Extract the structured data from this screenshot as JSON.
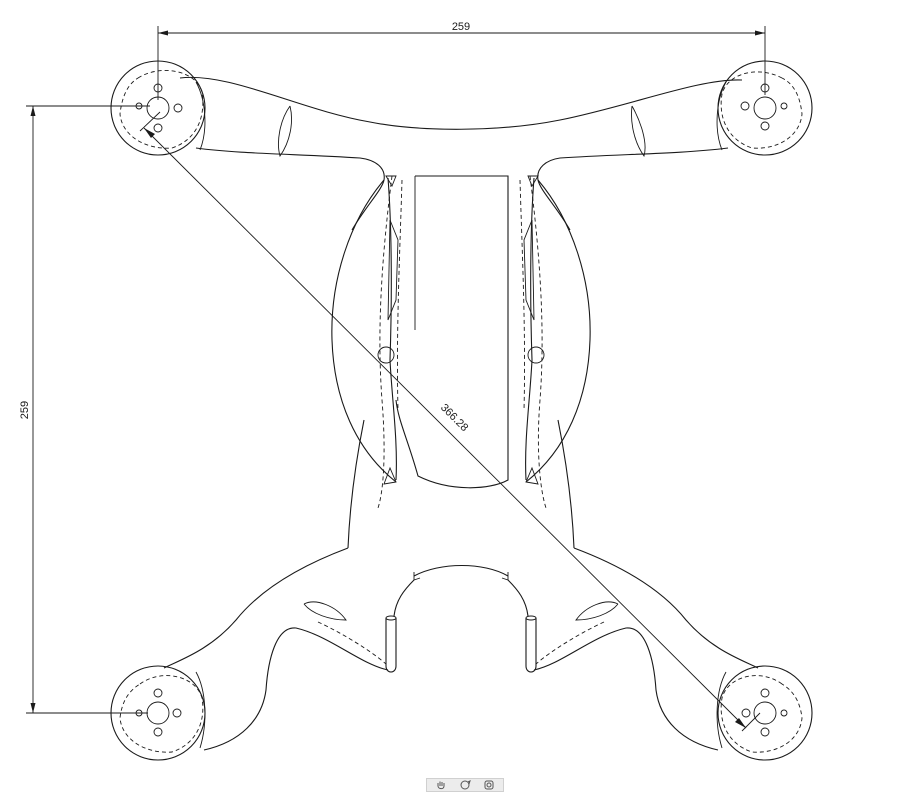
{
  "dimensions": {
    "horizontal": "259",
    "vertical": "259",
    "diagonal": "366.28"
  },
  "toolbar": {
    "buttons": [
      {
        "name": "pan",
        "icon": "hand-icon"
      },
      {
        "name": "rotate",
        "icon": "rotate-icon"
      },
      {
        "name": "zoom",
        "icon": "zoom-icon"
      }
    ]
  }
}
